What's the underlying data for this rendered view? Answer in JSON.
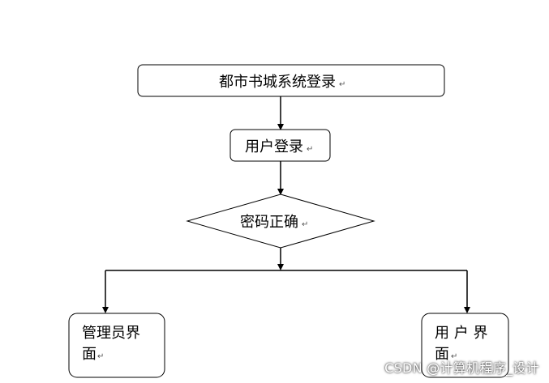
{
  "nodes": {
    "login_system": {
      "text": "都市书城系统登录",
      "mark": "↵"
    },
    "user_login": {
      "text": "用户登录",
      "mark": "↵"
    },
    "password_check": {
      "text": "密码正确",
      "mark": "↵"
    },
    "admin_ui": {
      "line1": "管理员界",
      "line2": "面",
      "mark": "↵"
    },
    "user_ui": {
      "line1": "用 户 界",
      "line2": "面",
      "mark": "↵"
    }
  },
  "watermark": "CSDN @计算机程序_设计",
  "colors": {
    "stroke": "#000000",
    "background": "#ffffff"
  }
}
